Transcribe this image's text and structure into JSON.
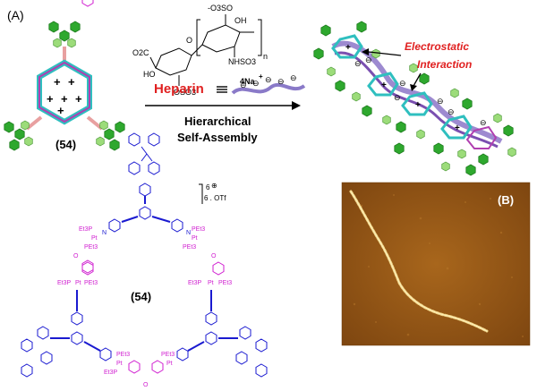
{
  "panel_a_label": "(A)",
  "panel_b_label": "(B)",
  "compound_label_top": "(54)",
  "compound_label_bottom": "(54)",
  "heparin": {
    "name": "Heparin",
    "counterion": "4Na",
    "counterion_charge": "+",
    "repeat_index": "n",
    "groups": {
      "so3_top": "-O3SO",
      "oh": "OH",
      "o_ring": "O",
      "nhso3": "NHSO3",
      "coo": "O2C",
      "oso3": "OSO3",
      "ho": "HO"
    }
  },
  "arrow_caption_line1": "Hierarchical",
  "arrow_caption_line2": "Self-Assembly",
  "annotation": {
    "line1": "Electrostatic",
    "line2": "Interaction"
  },
  "charge_bracket": {
    "charge": "6",
    "counter": "6 . OTf"
  },
  "ligand_labels": {
    "pet3": "PEt3",
    "et3p": "Et3P",
    "pt": "Pt",
    "n": "N",
    "o": "O"
  },
  "colors": {
    "red_text": "#e02020",
    "magenta": "#d01fd0",
    "blue": "#1a1ad0",
    "green": "#2ea82e",
    "light_green": "#8bd36a",
    "cyan": "#2fbfbf",
    "purple": "#7a4fb0",
    "afm_bg": "#9a5a14",
    "afm_fiber": "#f3d98a"
  }
}
